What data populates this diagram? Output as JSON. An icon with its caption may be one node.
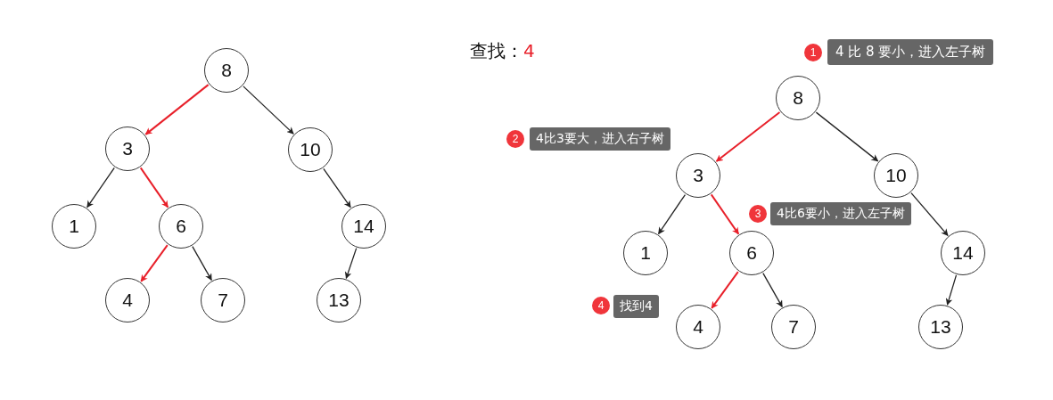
{
  "diagram": {
    "title": "查找：",
    "nodes": [
      {
        "text": [
          "8"
        ]
      },
      {
        "text": [
          "3"
        ]
      },
      {
        "text": [
          "10"
        ]
      },
      {
        "text": [
          "1"
        ]
      },
      {
        "text": [
          "6"
        ]
      },
      {
        "text": [
          "14"
        ]
      },
      {
        "text": [
          "4"
        ]
      },
      {
        "text": [
          "7"
        ]
      },
      {
        "text": [
          "13"
        ]
      },
      {
        "text": [
          "1"
        ]
      },
      {
        "text": [
          "4 比 8 要小，进入左子树"
        ]
      },
      {
        "text": [
          "8"
        ]
      },
      {
        "text": [
          "2"
        ]
      },
      {
        "text": [
          "4比3要大，进入右子树"
        ]
      },
      {
        "text": [
          "3"
        ]
      },
      {
        "text": [
          "10"
        ]
      },
      {
        "text": [
          "3"
        ]
      },
      {
        "text": [
          "4比6要小，进入左子树"
        ]
      },
      {
        "text": [
          "1"
        ]
      },
      {
        "text": [
          "6"
        ]
      },
      {
        "text": [
          "14"
        ]
      },
      {
        "text": [
          "4"
        ]
      },
      {
        "text": [
          "找到4"
        ]
      },
      {
        "text": [
          "4"
        ]
      },
      {
        "text": [
          "7"
        ]
      },
      {
        "text": [
          "13"
        ]
      }
    ],
    "edges": [
      {
        "from": 0,
        "to": 1,
        "arrow": "to",
        "color": "#e8202a"
      },
      {
        "from": 0,
        "to": 2,
        "arrow": "to"
      },
      {
        "from": 1,
        "to": 3,
        "arrow": "to"
      },
      {
        "from": 1,
        "to": 4,
        "arrow": "to",
        "color": "#e8202a"
      },
      {
        "from": 2,
        "to": 5,
        "arrow": "to"
      },
      {
        "from": 4,
        "to": 6,
        "arrow": "to",
        "color": "#e8202a"
      },
      {
        "from": 4,
        "to": 7,
        "arrow": "to"
      },
      {
        "from": 5,
        "to": 8,
        "arrow": "to"
      },
      {
        "from": 11,
        "to": 14,
        "arrow": "to",
        "color": "#e8202a"
      },
      {
        "from": 11,
        "to": 15,
        "arrow": "to"
      },
      {
        "from": 14,
        "to": 18,
        "arrow": "to"
      },
      {
        "from": 14,
        "to": 19,
        "arrow": "to",
        "color": "#e8202a"
      },
      {
        "from": 15,
        "to": 20,
        "arrow": "to"
      },
      {
        "from": 19,
        "to": 23,
        "arrow": "to",
        "color": "#e8202a"
      },
      {
        "from": 19,
        "to": 24,
        "arrow": "to"
      },
      {
        "from": 20,
        "to": 25,
        "arrow": "to"
      }
    ],
    "labels": [
      "4"
    ]
  }
}
